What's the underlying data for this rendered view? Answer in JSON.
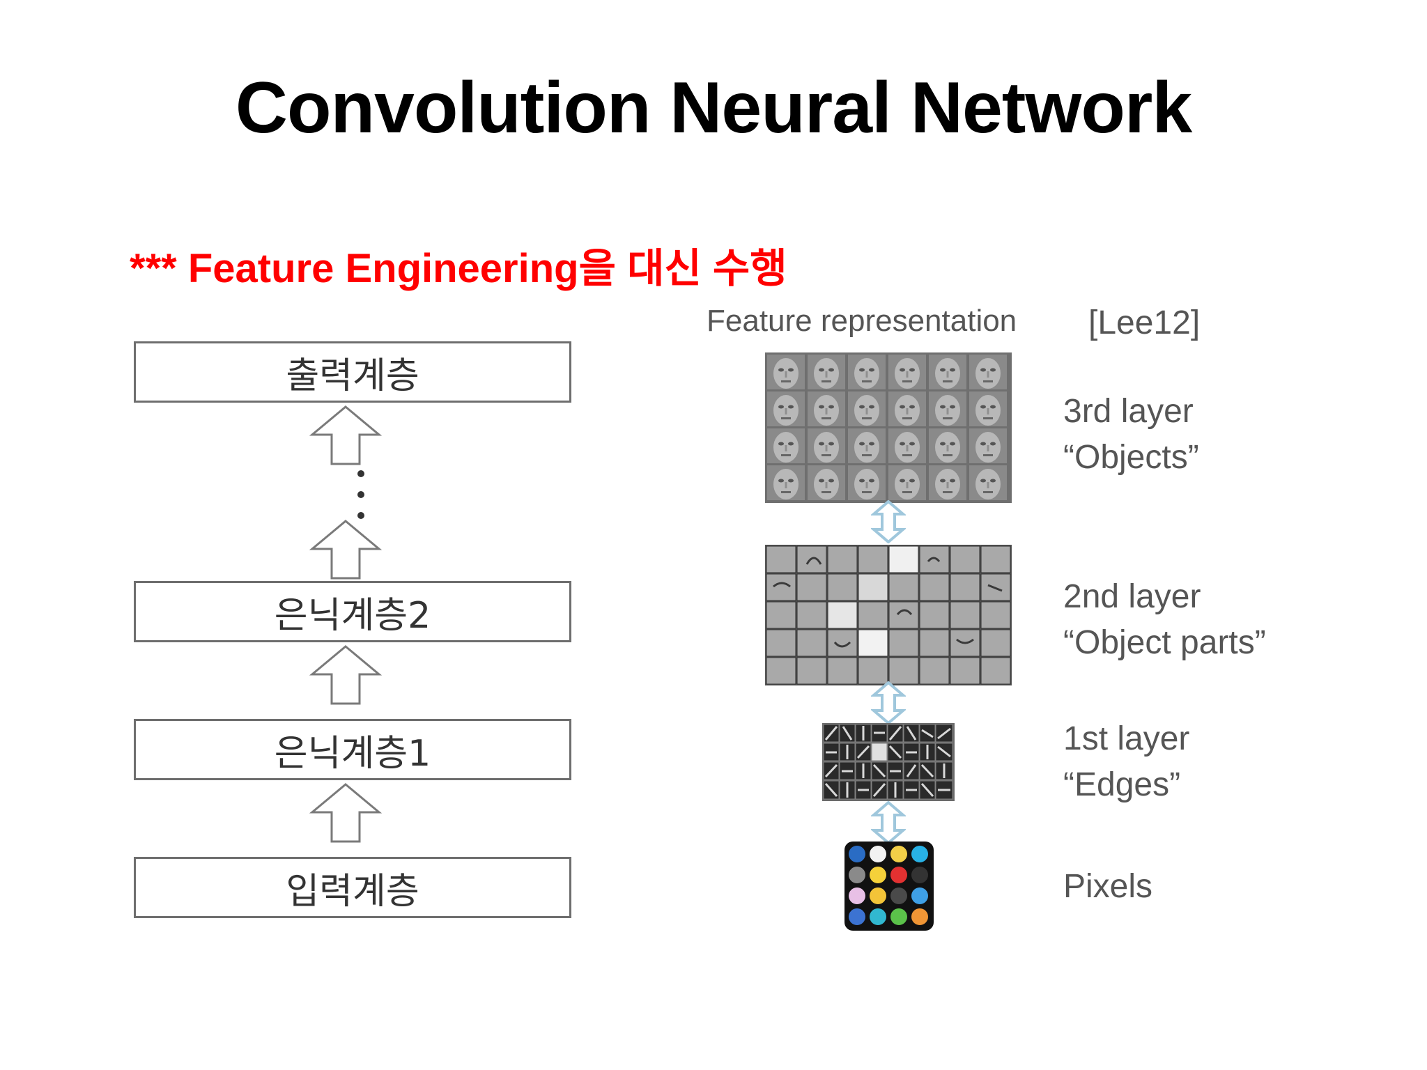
{
  "title": "Convolution Neural Network",
  "subtitle": "*** Feature Engineering을 대신 수행",
  "left_diagram": {
    "layers": [
      "출력계층",
      "은닉계층2",
      "은닉계층1",
      "입력계층"
    ]
  },
  "right_diagram": {
    "heading": "Feature representation",
    "reference": "[Lee12]",
    "layers": [
      {
        "line1": "3rd layer",
        "line2": "“Objects”"
      },
      {
        "line1": "2nd layer",
        "line2": "“Object parts”"
      },
      {
        "line1": "1st layer",
        "line2": "“Edges”"
      },
      {
        "line1": "Pixels",
        "line2": ""
      }
    ]
  },
  "colors": {
    "title": "#000000",
    "subtitle": "#ff0000",
    "arrow_outline": "#7a7a7a",
    "double_arrow": "#9fc7dc",
    "pixel_colors": [
      "#2a6cc4",
      "#f2f2f2",
      "#f2cf48",
      "#28b2e6",
      "#8a8a8a",
      "#f5d13a",
      "#e33131",
      "#333333",
      "#e8c0e6",
      "#f3c438",
      "#4a4a4a",
      "#3fa0e6",
      "#3c73d2",
      "#31b8d0",
      "#5bc24a",
      "#f09535"
    ]
  }
}
